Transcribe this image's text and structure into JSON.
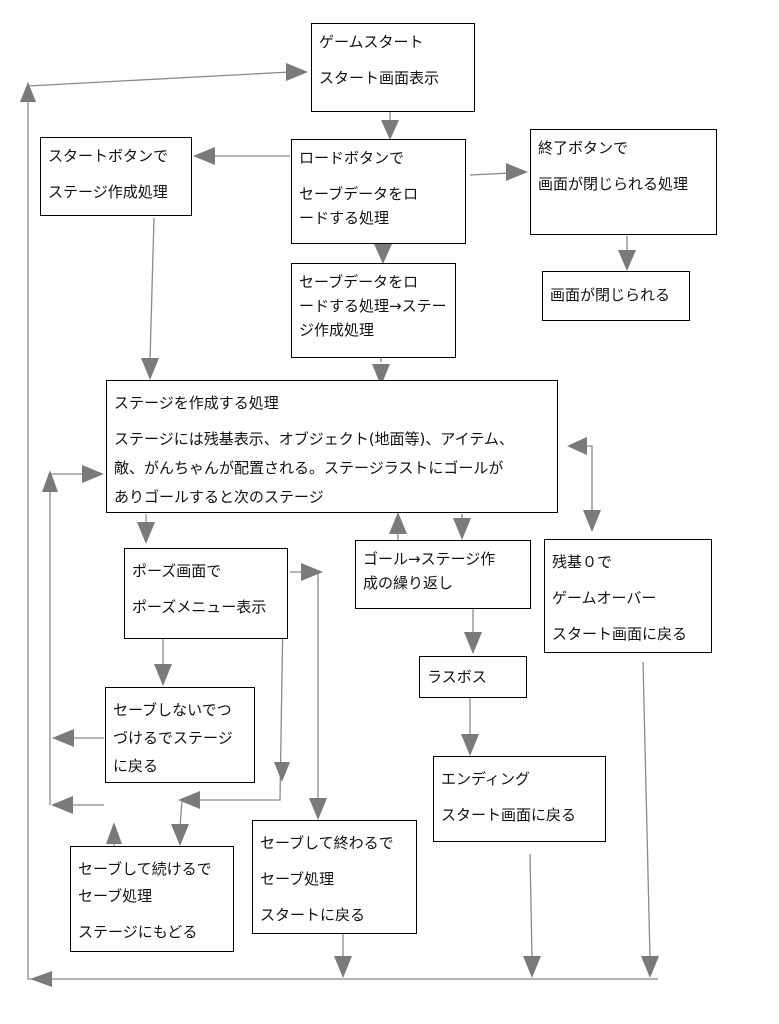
{
  "nodes": {
    "start": [
      "ゲームスタート",
      "スタート画面表示"
    ],
    "start_button": [
      "スタートボタンで",
      "ステージ作成処理"
    ],
    "load_button": [
      "ロードボタンで",
      "セーブデータをロ",
      "ードする処理"
    ],
    "exit_button": [
      "終了ボタンで",
      "画面が閉じられる処理"
    ],
    "load_stage": [
      "セーブデータをロ",
      "ードする処理→ステー",
      "ジ作成処理"
    ],
    "screen_closed": [
      "画面が閉じられる"
    ],
    "create_stage": [
      "ステージを作成する処理",
      "ステージには残基表示、オブジェクト(地面等)、アイテム、",
      "敵、がんちゃんが配置される。ステージラストにゴールが",
      "ありゴールすると次のステージ"
    ],
    "pause": [
      "ポーズ画面で",
      "ポーズメニュー表示"
    ],
    "goal_repeat": [
      "ゴール→ステージ作",
      "成の繰り返し"
    ],
    "game_over": [
      "残基０で",
      "ゲームオーバー",
      "スタート画面に戻る"
    ],
    "last_boss": [
      "ラスボス"
    ],
    "no_save": [
      "セーブしないでつ",
      "づけるでステージ",
      "に戻る"
    ],
    "ending": [
      "エンディング",
      "スタート画面に戻る"
    ],
    "save_continue": [
      "セーブして続けるで",
      "セーブ処理",
      "ステージにもどる"
    ],
    "save_quit": [
      "セーブして終わるで",
      "セーブ処理",
      "スタートに戻る"
    ]
  }
}
